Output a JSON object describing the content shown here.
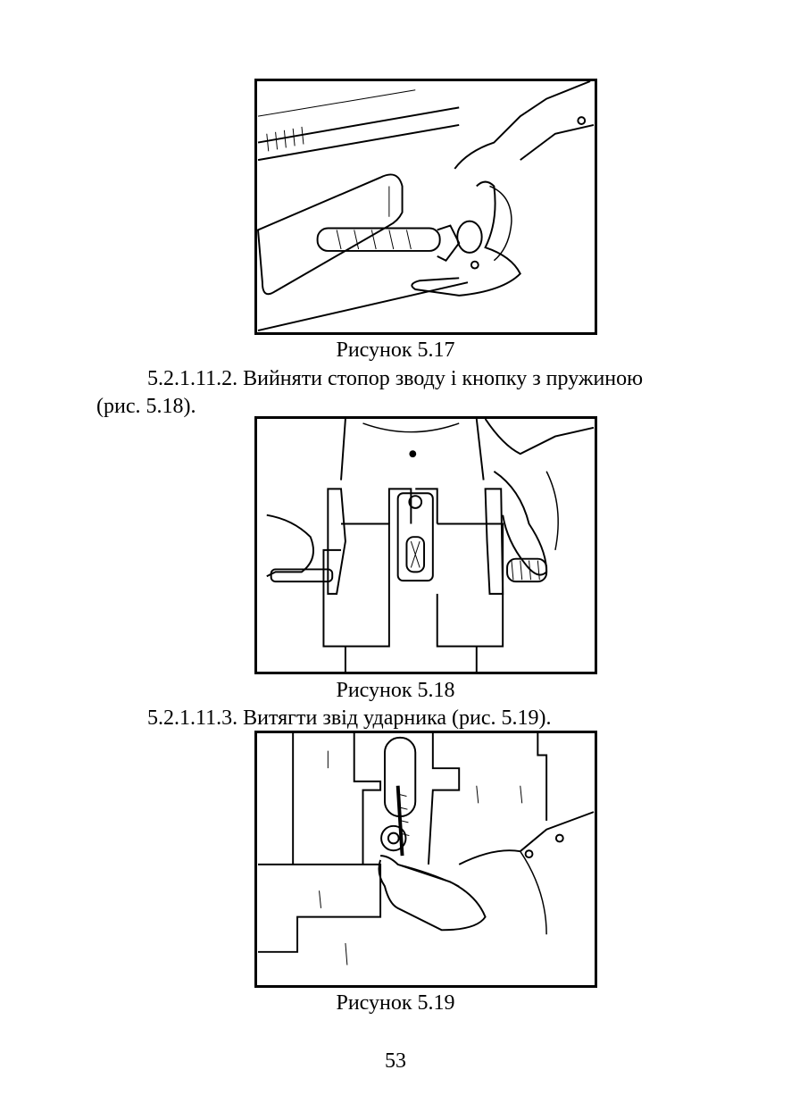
{
  "figures": [
    {
      "caption": "Рисунок 5.17",
      "illustration": "hand-pulling-shaft-icon"
    },
    {
      "caption": "Рисунок 5.18",
      "illustration": "hand-removing-spring-button-icon"
    },
    {
      "caption": "Рисунок 5.19",
      "illustration": "hand-pulling-cocking-lever-icon"
    }
  ],
  "paragraphs": [
    {
      "line1": "5.2.1.11.2. Вийняти стопор зводу і кнопку з пружиною",
      "line2": "(рис. 5.18)."
    },
    {
      "line1": "5.2.1.11.3. Витягти звід ударника (рис. 5.19)."
    }
  ],
  "page_number": "53"
}
